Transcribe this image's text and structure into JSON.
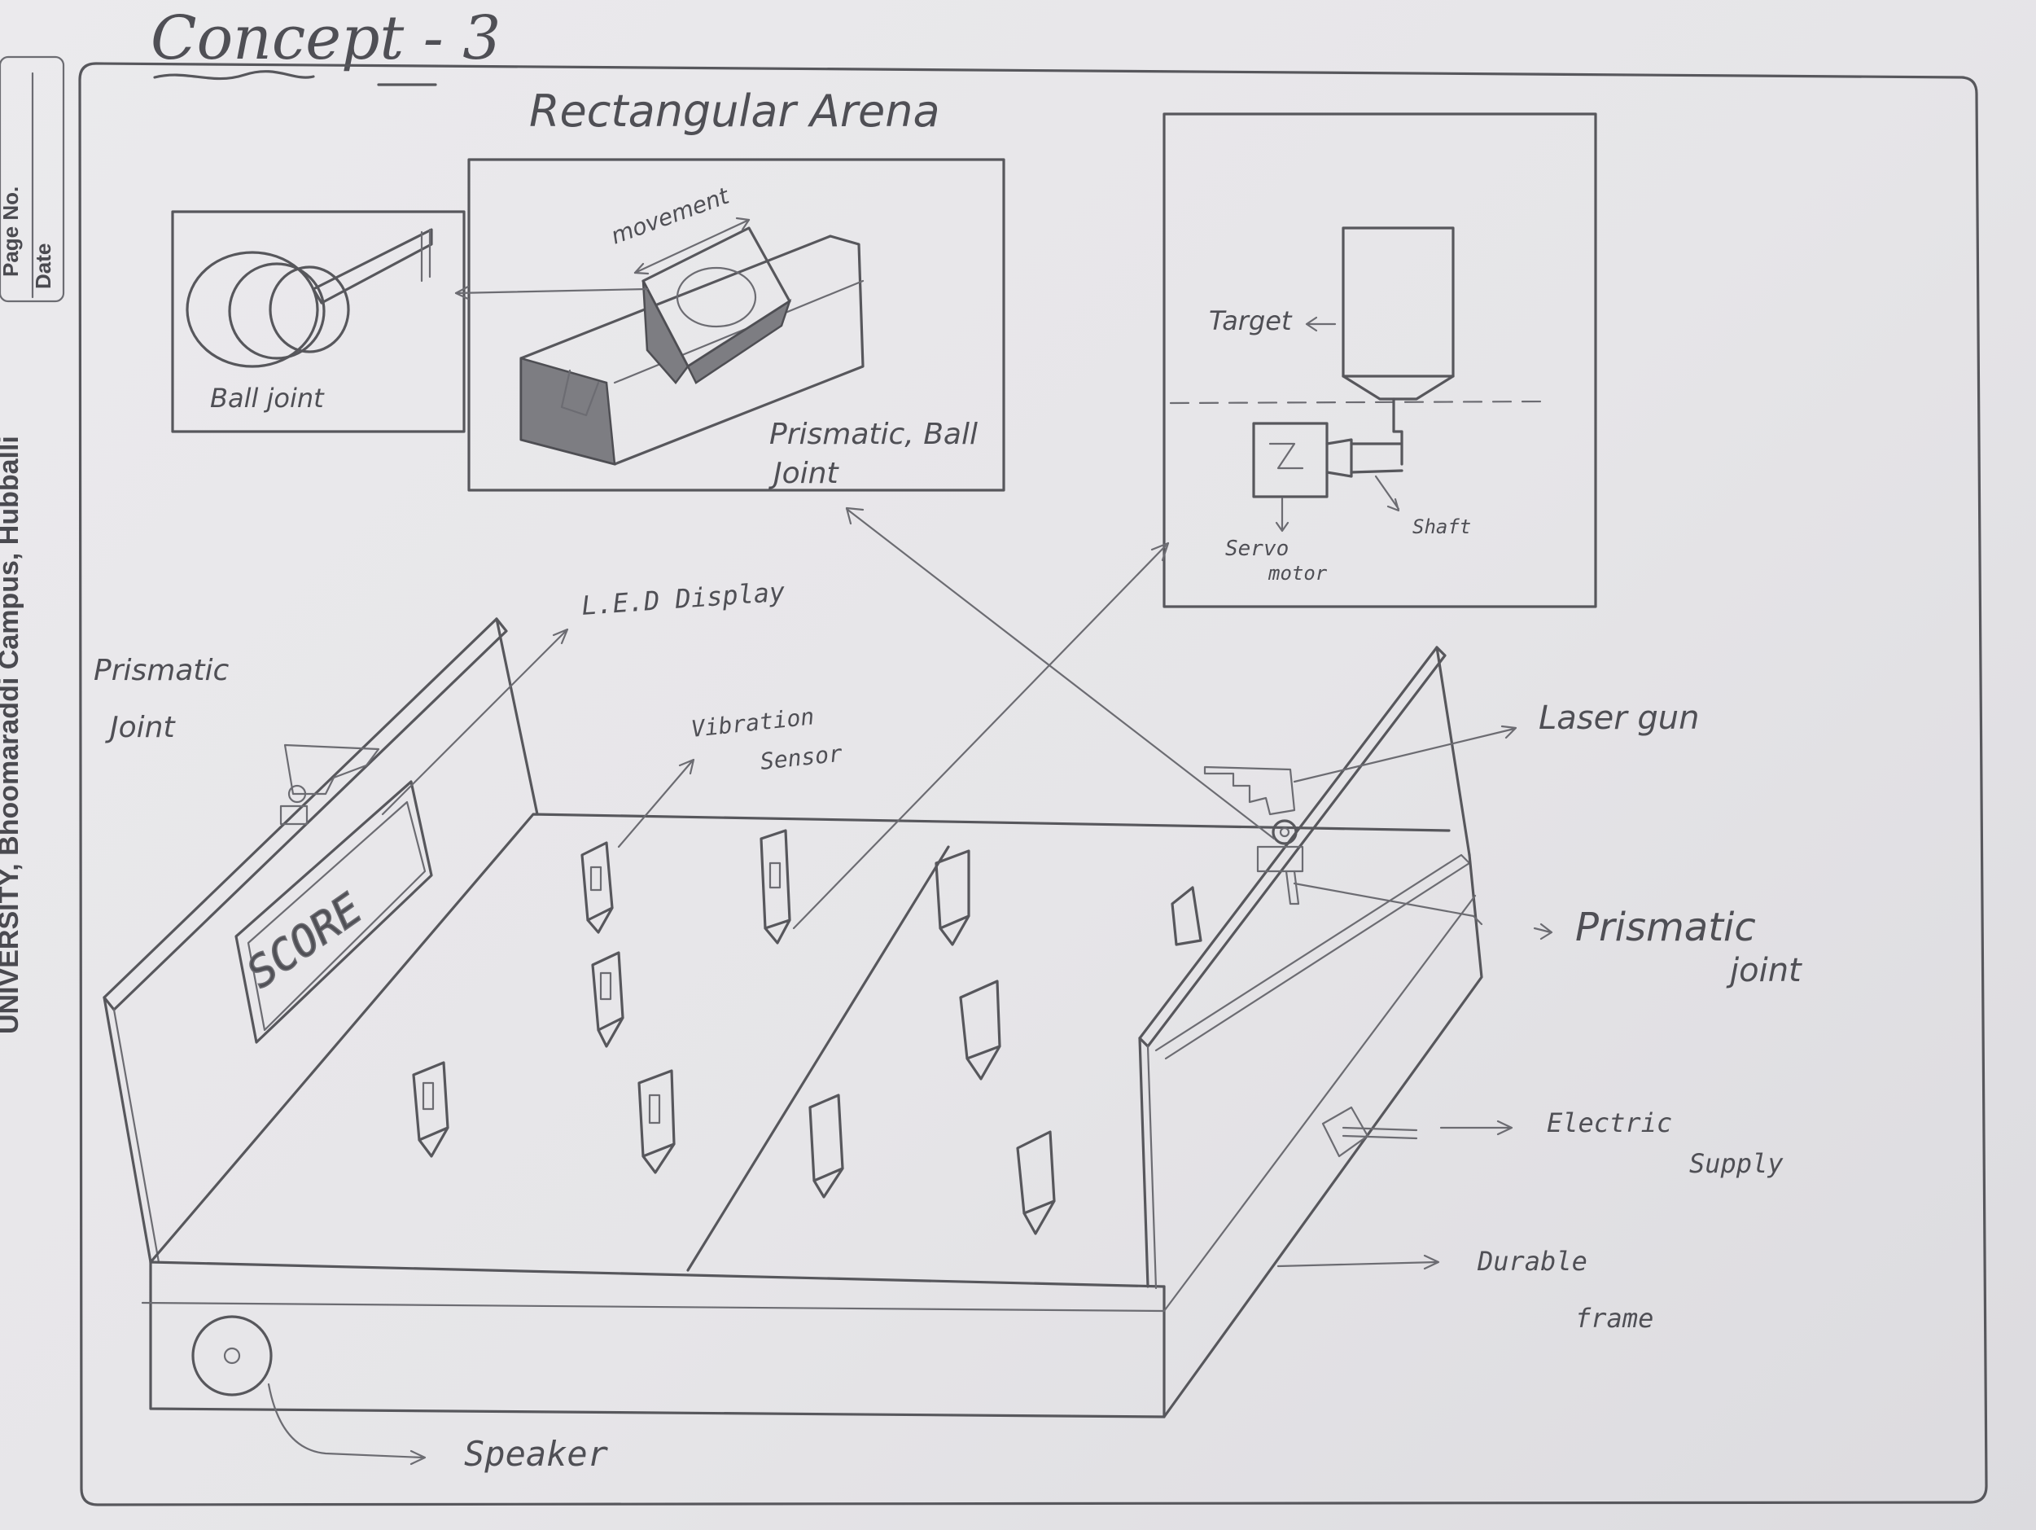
{
  "page_title": "Concept - 3",
  "margin_text": {
    "page_no": "Page No.",
    "date": "Date",
    "campus": "UNIVERSITY, Bhoomaraddi Campus, Hubballi"
  },
  "labels": {
    "rectangular_arena": "Rectangular Arena",
    "movement": "movement",
    "ball_joint": "Ball joint",
    "prismatic_ball_joint_line1": "Prismatic, Ball",
    "prismatic_ball_joint_line2": "Joint",
    "target": "Target",
    "servo_motor_line1": "Servo",
    "servo_motor_line2": "motor",
    "shaft": "Shaft",
    "led_display": "L.E.D Display",
    "prismatic_joint_left_line1": "Prismatic",
    "prismatic_joint_left_line2": "Joint",
    "vibration_sensor_line1": "Vibration",
    "vibration_sensor_line2": "Sensor",
    "laser_gun": "Laser gun",
    "prismatic_joint_right_line1": "Prismatic",
    "prismatic_joint_right_line2": "joint",
    "electric_supply_line1": "Electric",
    "electric_supply_line2": "Supply",
    "durable_frame_line1": "Durable",
    "durable_frame_line2": "frame",
    "speaker": "Speaker",
    "score": "SCORE"
  }
}
